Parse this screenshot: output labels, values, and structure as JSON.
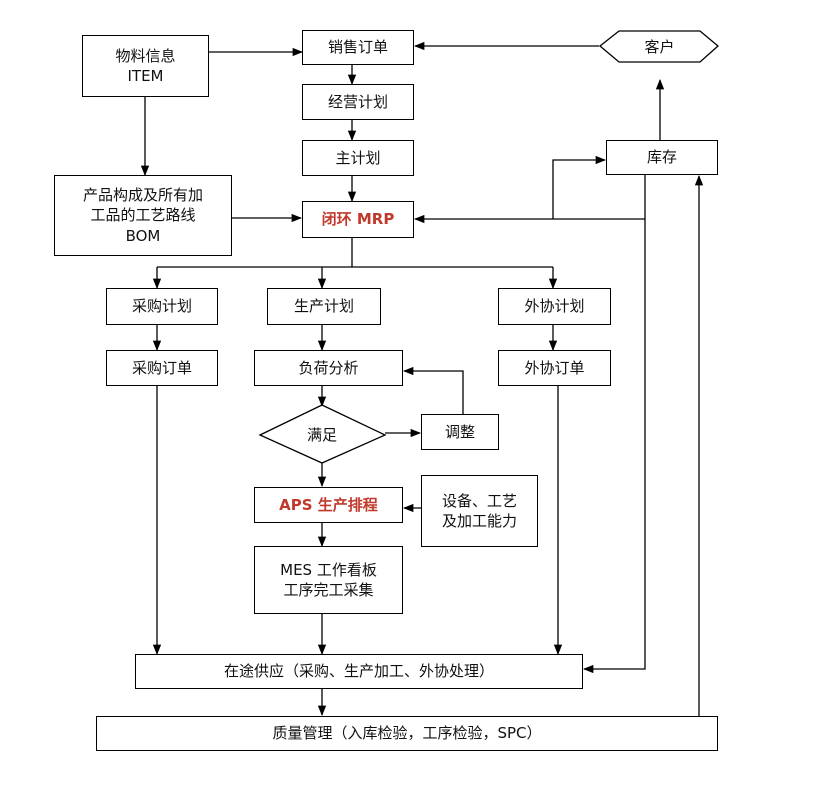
{
  "nodes": {
    "item": "物料信息\nITEM",
    "sales_order": "销售订单",
    "customer": "客户",
    "business_plan": "经营计划",
    "master_plan": "主计划",
    "inventory": "库存",
    "bom": "产品构成及所有加\n工品的工艺路线\nBOM",
    "closed_mrp": "闭环 MRP",
    "purchase_plan": "采购计划",
    "production_plan": "生产计划",
    "outsource_plan": "外协计划",
    "purchase_order": "采购订单",
    "load_analysis": "负荷分析",
    "outsource_order": "外协订单",
    "satisfy": "满足",
    "adjust": "调整",
    "aps": "APS 生产排程",
    "equipment": "设备、工艺\n及加工能力",
    "mes": "MES 工作看板\n工序完工采集",
    "in_transit": "在途供应（采购、生产加工、外协处理）",
    "quality": "质量管理（入库检验，工序检验，SPC）"
  }
}
